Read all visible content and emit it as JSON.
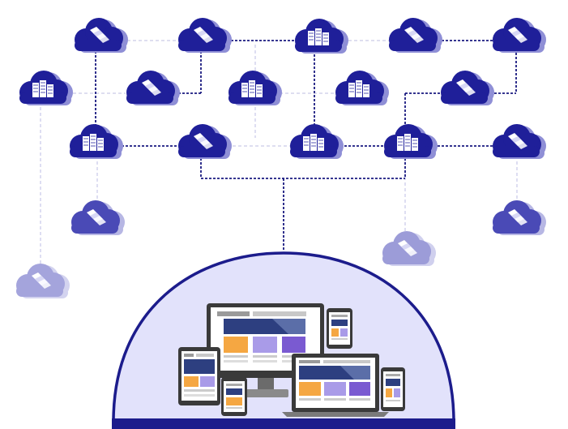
{
  "scene": {
    "description_free": true,
    "colors": {
      "cloud_dark": "#1f1f99",
      "cloud_mid": "#3d3db8",
      "cloud_light": "#9a9ad8",
      "cloud_faded": "#b5b5e0",
      "link_dark": "#1a1a80",
      "link_light": "#c7c7e6",
      "dome_fill": "#e0e0fb",
      "dome_stroke": "#1c1c8c",
      "screen_accent_orange": "#f5a742",
      "screen_accent_purple": "#7a5ad1",
      "screen_accent_lilac": "#a99be8",
      "screen_banner": "#2d3f80",
      "device_body": "#3a3a3a"
    },
    "clouds": [
      {
        "name": "cloud-r1-1",
        "icon": "document-stack-icon",
        "tone": "dark"
      },
      {
        "name": "cloud-r1-2",
        "icon": "document-stack-icon",
        "tone": "dark"
      },
      {
        "name": "cloud-r1-3",
        "icon": "server-rack-icon",
        "tone": "dark"
      },
      {
        "name": "cloud-r1-4",
        "icon": "document-stack-icon",
        "tone": "dark"
      },
      {
        "name": "cloud-r1-5",
        "icon": "document-stack-icon",
        "tone": "dark"
      },
      {
        "name": "cloud-r2-1",
        "icon": "server-rack-icon",
        "tone": "dark"
      },
      {
        "name": "cloud-r2-2",
        "icon": "document-stack-icon",
        "tone": "dark"
      },
      {
        "name": "cloud-r2-3",
        "icon": "server-rack-icon",
        "tone": "dark"
      },
      {
        "name": "cloud-r2-4",
        "icon": "server-rack-icon",
        "tone": "dark"
      },
      {
        "name": "cloud-r2-5",
        "icon": "document-stack-icon",
        "tone": "dark"
      },
      {
        "name": "cloud-r3-1",
        "icon": "server-rack-icon",
        "tone": "dark"
      },
      {
        "name": "cloud-r3-2",
        "icon": "document-stack-icon",
        "tone": "dark"
      },
      {
        "name": "cloud-r3-3",
        "icon": "server-rack-icon",
        "tone": "dark"
      },
      {
        "name": "cloud-r3-4",
        "icon": "server-rack-icon",
        "tone": "dark"
      },
      {
        "name": "cloud-r3-5",
        "icon": "document-stack-icon",
        "tone": "dark"
      },
      {
        "name": "cloud-r4-1",
        "icon": "document-stack-icon",
        "tone": "mid"
      },
      {
        "name": "cloud-r4-2",
        "icon": "document-stack-icon",
        "tone": "mid"
      },
      {
        "name": "cloud-r4-3",
        "icon": "document-stack-icon",
        "tone": "faded"
      },
      {
        "name": "cloud-r5-1",
        "icon": "document-stack-icon",
        "tone": "faded"
      }
    ],
    "devices": [
      {
        "name": "desktop-monitor",
        "icon": "monitor-icon"
      },
      {
        "name": "laptop",
        "icon": "laptop-icon"
      },
      {
        "name": "tablet",
        "icon": "tablet-icon"
      },
      {
        "name": "phone-top",
        "icon": "phone-icon"
      },
      {
        "name": "phone-bottom-left",
        "icon": "phone-icon"
      },
      {
        "name": "phone-right",
        "icon": "phone-icon"
      }
    ]
  }
}
